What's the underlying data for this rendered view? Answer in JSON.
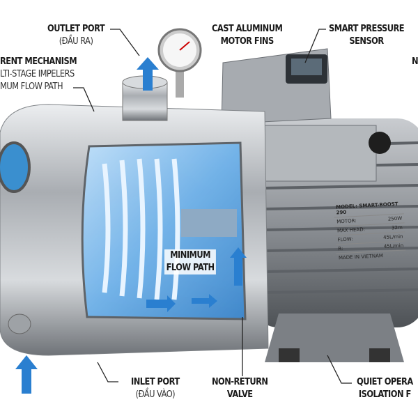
{
  "labels": {
    "outlet_port": {
      "title": "OUTLET PORT",
      "sub": "(ĐẦU RA)"
    },
    "cast_aluminum": {
      "line1": "CAST ALUMINUM",
      "line2": "MOTOR FINS"
    },
    "smart_pressure": {
      "line1": "SMART PRESSURE",
      "line2": "SENSOR"
    },
    "right_cut": "N",
    "mechanism": {
      "line1": "RENT MECHANISM",
      "line2": "LTI-STAGE IMPELERS",
      "line3": "MUM FLOW PATH"
    },
    "minimum_flow": {
      "line1": "MINIMUM",
      "line2": "FLOW PATH"
    },
    "inlet_port": {
      "title": "INLET PORT",
      "sub": "(ĐẦU VÀO)"
    },
    "non_return": {
      "line1": "NON-RETURN",
      "line2": "VALVE"
    },
    "quiet": {
      "line1": "QUIET OPERA",
      "line2": "ISOLATION F"
    }
  },
  "nameplate": {
    "model": "MODEL: SMART-BOOST 290",
    "rows": [
      {
        "k": "MOTOR:",
        "v": "250W"
      },
      {
        "k": "MAX HEAD:",
        "v": "32m"
      },
      {
        "k": "FLOW:",
        "v": "45L/min"
      },
      {
        "k": "R:",
        "v": "45L/min"
      }
    ],
    "made_in": "MADE IN VIETNAM"
  },
  "colors": {
    "flow_blue": "#2a7fd0",
    "steel": "#b8bcc0"
  }
}
